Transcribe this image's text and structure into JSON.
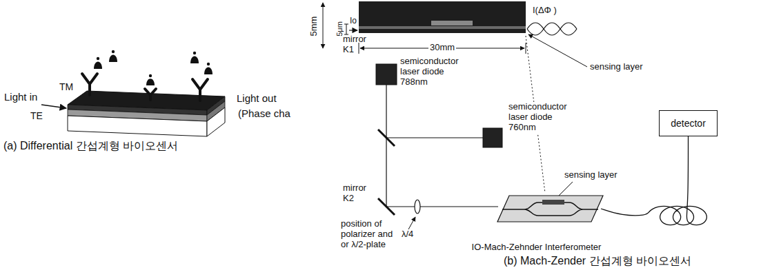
{
  "diagram": {
    "nodes": [
      {
        "text": [
          "detector"
        ]
      },
      {
        "text": [
          "IO-Mach-Zehnder Interferometer"
        ]
      }
    ],
    "edges": [
      {
        "from": 1,
        "to": 0,
        "arrow": "none"
      }
    ],
    "labels": [
      "TM",
      "Light in",
      "TE",
      "Light out",
      "(Phase cha",
      "(a) Differential 간섭계형 바이오센서",
      "5mm",
      "5μm",
      "Io",
      "I(ΔΦ )",
      "30mm",
      "sensing layer",
      "mirror K1",
      "semiconductor laser diode 788nm",
      "semiconductor laser diode 760nm",
      "mirror K2",
      "position of polarizer and or λ/2-plate",
      "λ/4",
      "sensing layer",
      "(b) Mach-Zender 간섭계형 바이오센서"
    ]
  }
}
